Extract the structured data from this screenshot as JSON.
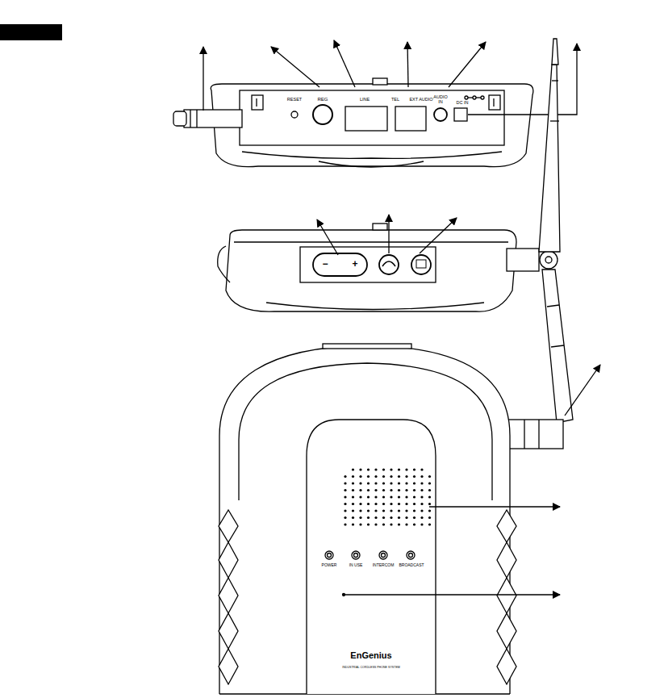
{
  "diagram": {
    "labels": [
      "RESET",
      "REG",
      "LINE",
      "TEL",
      "EXT AUDIO",
      "AUDIO IN",
      "DC IN",
      "−",
      "+",
      "POWER",
      "IN USE",
      "INTERCOM",
      "BROADCAST",
      "EnGenius",
      "INDUSTRIAL CORDLESS PHONE SYSTEM"
    ]
  }
}
